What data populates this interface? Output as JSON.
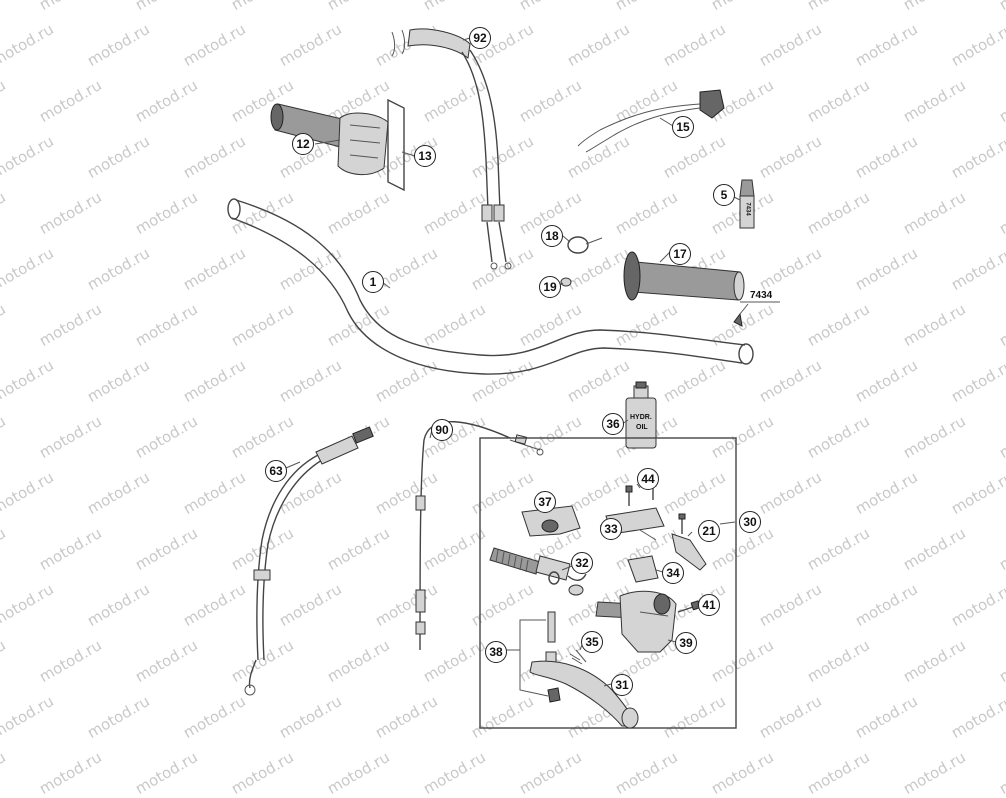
{
  "watermark": "motod.ru",
  "callouts": {
    "c1": "1",
    "c5": "5",
    "c12": "12",
    "c13": "13",
    "c15": "15",
    "c17": "17",
    "c18": "18",
    "c19": "19",
    "c21": "21",
    "c30": "30",
    "c31": "31",
    "c32": "32",
    "c33": "33",
    "c34": "34",
    "c35": "35",
    "c36": "36",
    "c37": "37",
    "c38": "38",
    "c39": "39",
    "c41": "41",
    "c44": "44",
    "c63": "63",
    "c90": "90",
    "c92": "92"
  },
  "tags": {
    "t7434": "7434",
    "bottle_label_1": "HYDR.",
    "bottle_label_2": "OIL",
    "tube_label": "7434"
  }
}
